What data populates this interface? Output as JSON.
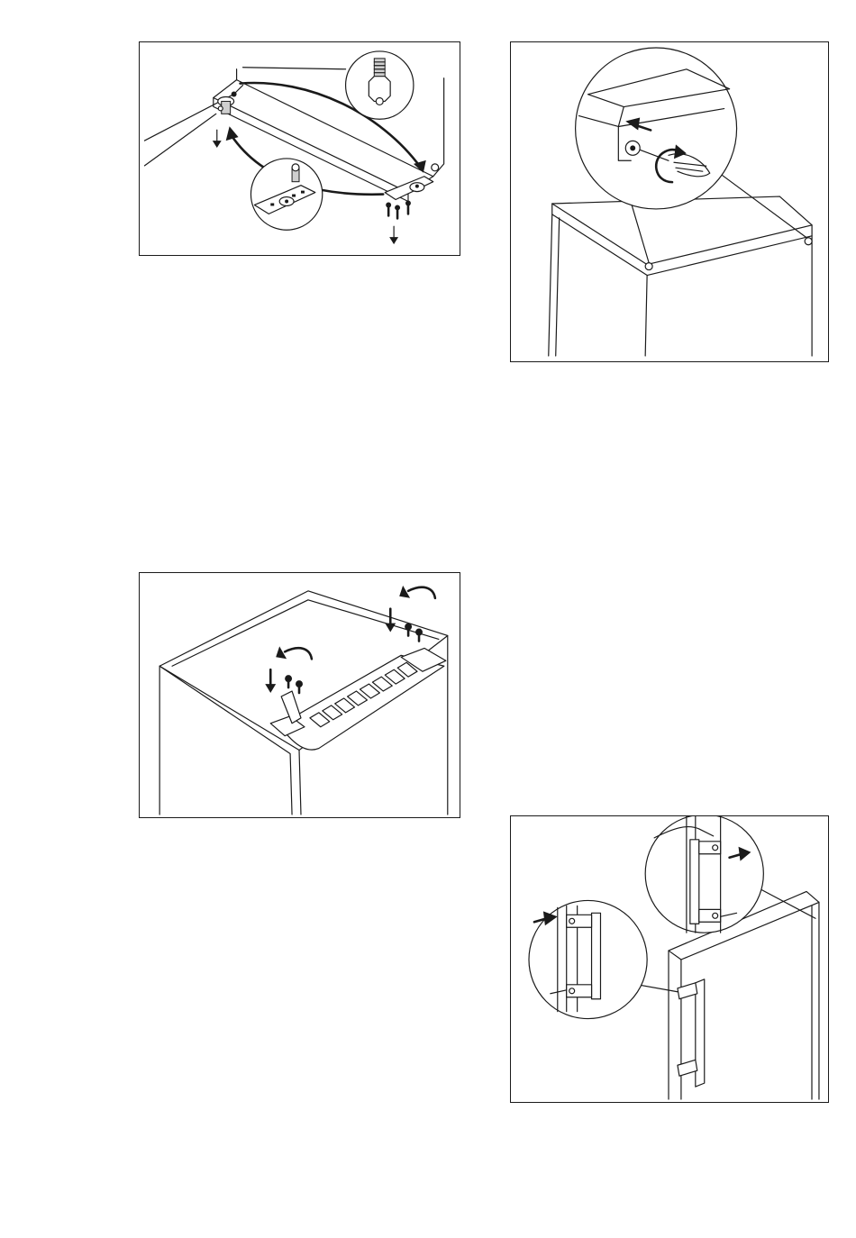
{
  "page": {
    "figures": [
      {
        "id": "fig-a",
        "name": "hinge-pin-transfer-illustration"
      },
      {
        "id": "fig-b",
        "name": "top-cover-screw-illustration"
      },
      {
        "id": "fig-c",
        "name": "top-hinge-mounting-illustration"
      },
      {
        "id": "fig-d",
        "name": "door-handle-transfer-illustration"
      }
    ]
  },
  "colors": {
    "line": "#1a1a1a",
    "background": "#ffffff",
    "frame": "#1a1a1a"
  }
}
